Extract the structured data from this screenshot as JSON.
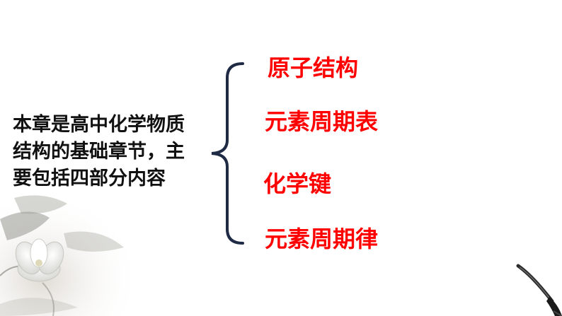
{
  "intro": {
    "lines": [
      "本章是高中化学物质",
      "结构的基础章节，主",
      "要包括四部分内容"
    ]
  },
  "topics": [
    {
      "label": "原子结构"
    },
    {
      "label": "元素周期表"
    },
    {
      "label": "化学键"
    },
    {
      "label": "元素周期律"
    }
  ],
  "colors": {
    "topic_text": "#ff0000",
    "body_text": "#111111",
    "brace": "#1f2a44"
  },
  "decorations": {
    "bottom_left": "ink-flower-painting",
    "bottom_right": "calligraphy-brush"
  }
}
